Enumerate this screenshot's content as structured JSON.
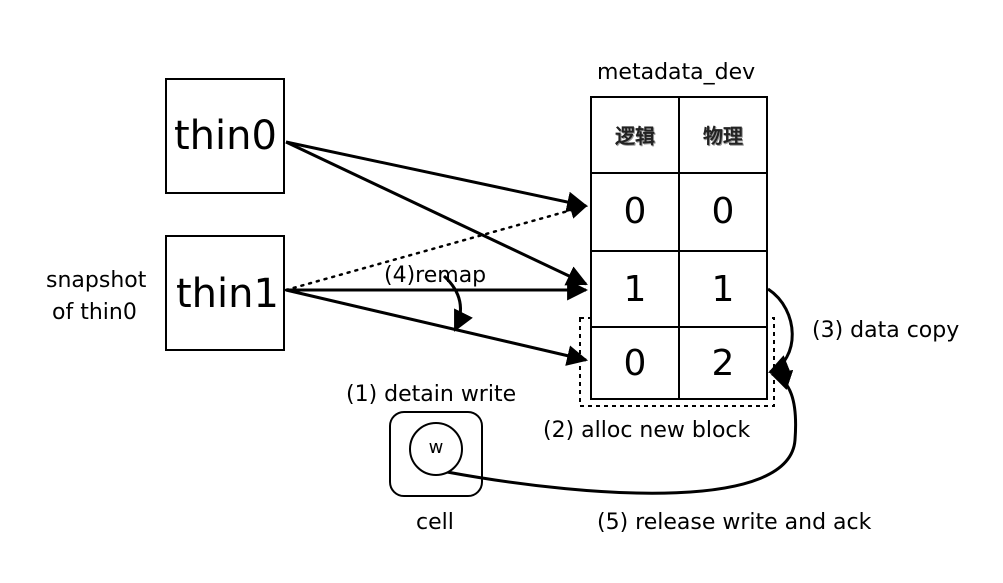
{
  "volumes": {
    "thin0": "thin0",
    "thin1": "thin1",
    "snapshot_line1": "snapshot",
    "snapshot_line2": "of thin0"
  },
  "metadata": {
    "title": "metadata_dev",
    "headers": [
      "逻辑",
      "物理"
    ],
    "rows": [
      [
        "0",
        "0"
      ],
      [
        "1",
        "1"
      ],
      [
        "0",
        "2"
      ]
    ]
  },
  "steps": {
    "detain": "(1) detain write",
    "alloc": "(2) alloc new block",
    "copy": "(3) data copy",
    "remap": "(4)remap",
    "release": "(5) release write and ack"
  },
  "cell": {
    "symbol": "w",
    "label": "cell"
  }
}
